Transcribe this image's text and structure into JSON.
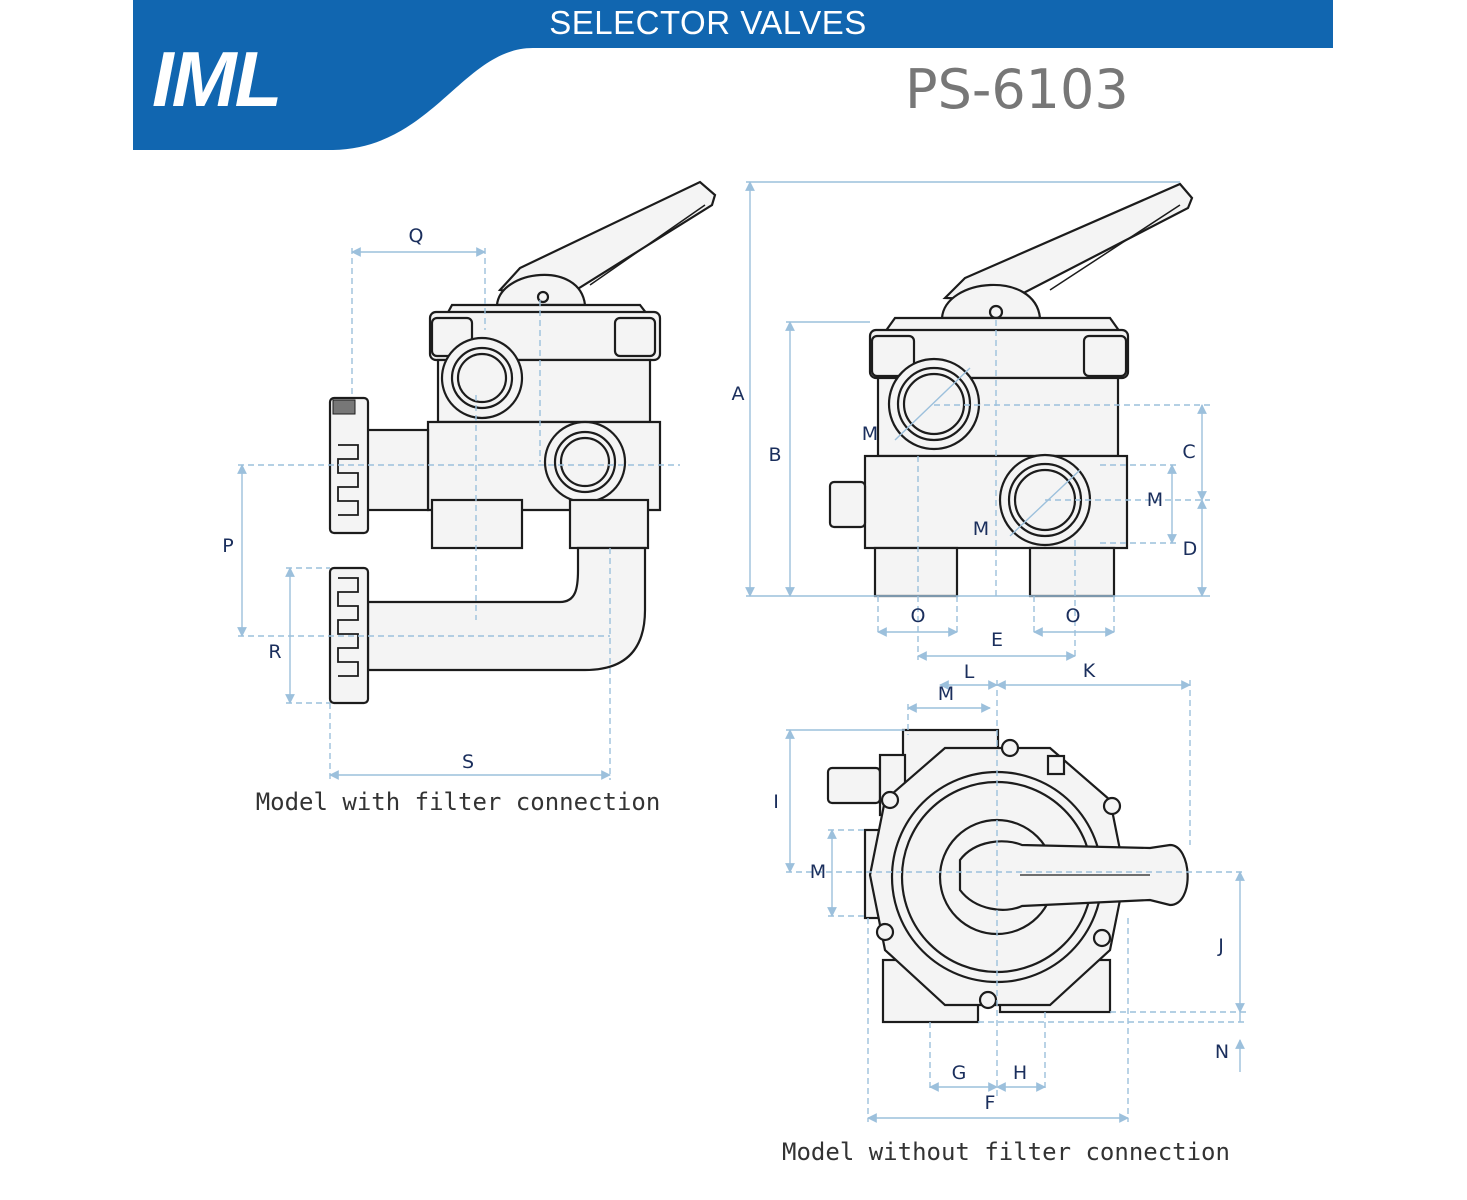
{
  "header": {
    "title": "SELECTOR VALVES",
    "logo_text": "IML",
    "model_code": "PS-6103",
    "brand_color": "#1166b0"
  },
  "drawing_1": {
    "caption": "Model with filter connection",
    "dimensions": {
      "q": "Q",
      "p": "P",
      "r": "R",
      "s": "S"
    }
  },
  "drawing_2": {
    "dimensions": {
      "a": "A",
      "b": "B",
      "c": "C",
      "m1": "M",
      "m2": "M",
      "m3": "M",
      "d": "D",
      "o1": "O",
      "o2": "O",
      "e": "E"
    }
  },
  "drawing_3": {
    "caption": "Model without filter connection",
    "dimensions": {
      "l": "L",
      "k": "K",
      "m1": "M",
      "i": "I",
      "m2": "M",
      "j": "J",
      "n": "N",
      "g": "G",
      "h": "H",
      "f": "F"
    }
  },
  "colors": {
    "dimension_line": "#9cc0dc",
    "outline": "#1c1c1c",
    "body_fill": "#f4f4f4",
    "label": "#1a2e5c"
  }
}
